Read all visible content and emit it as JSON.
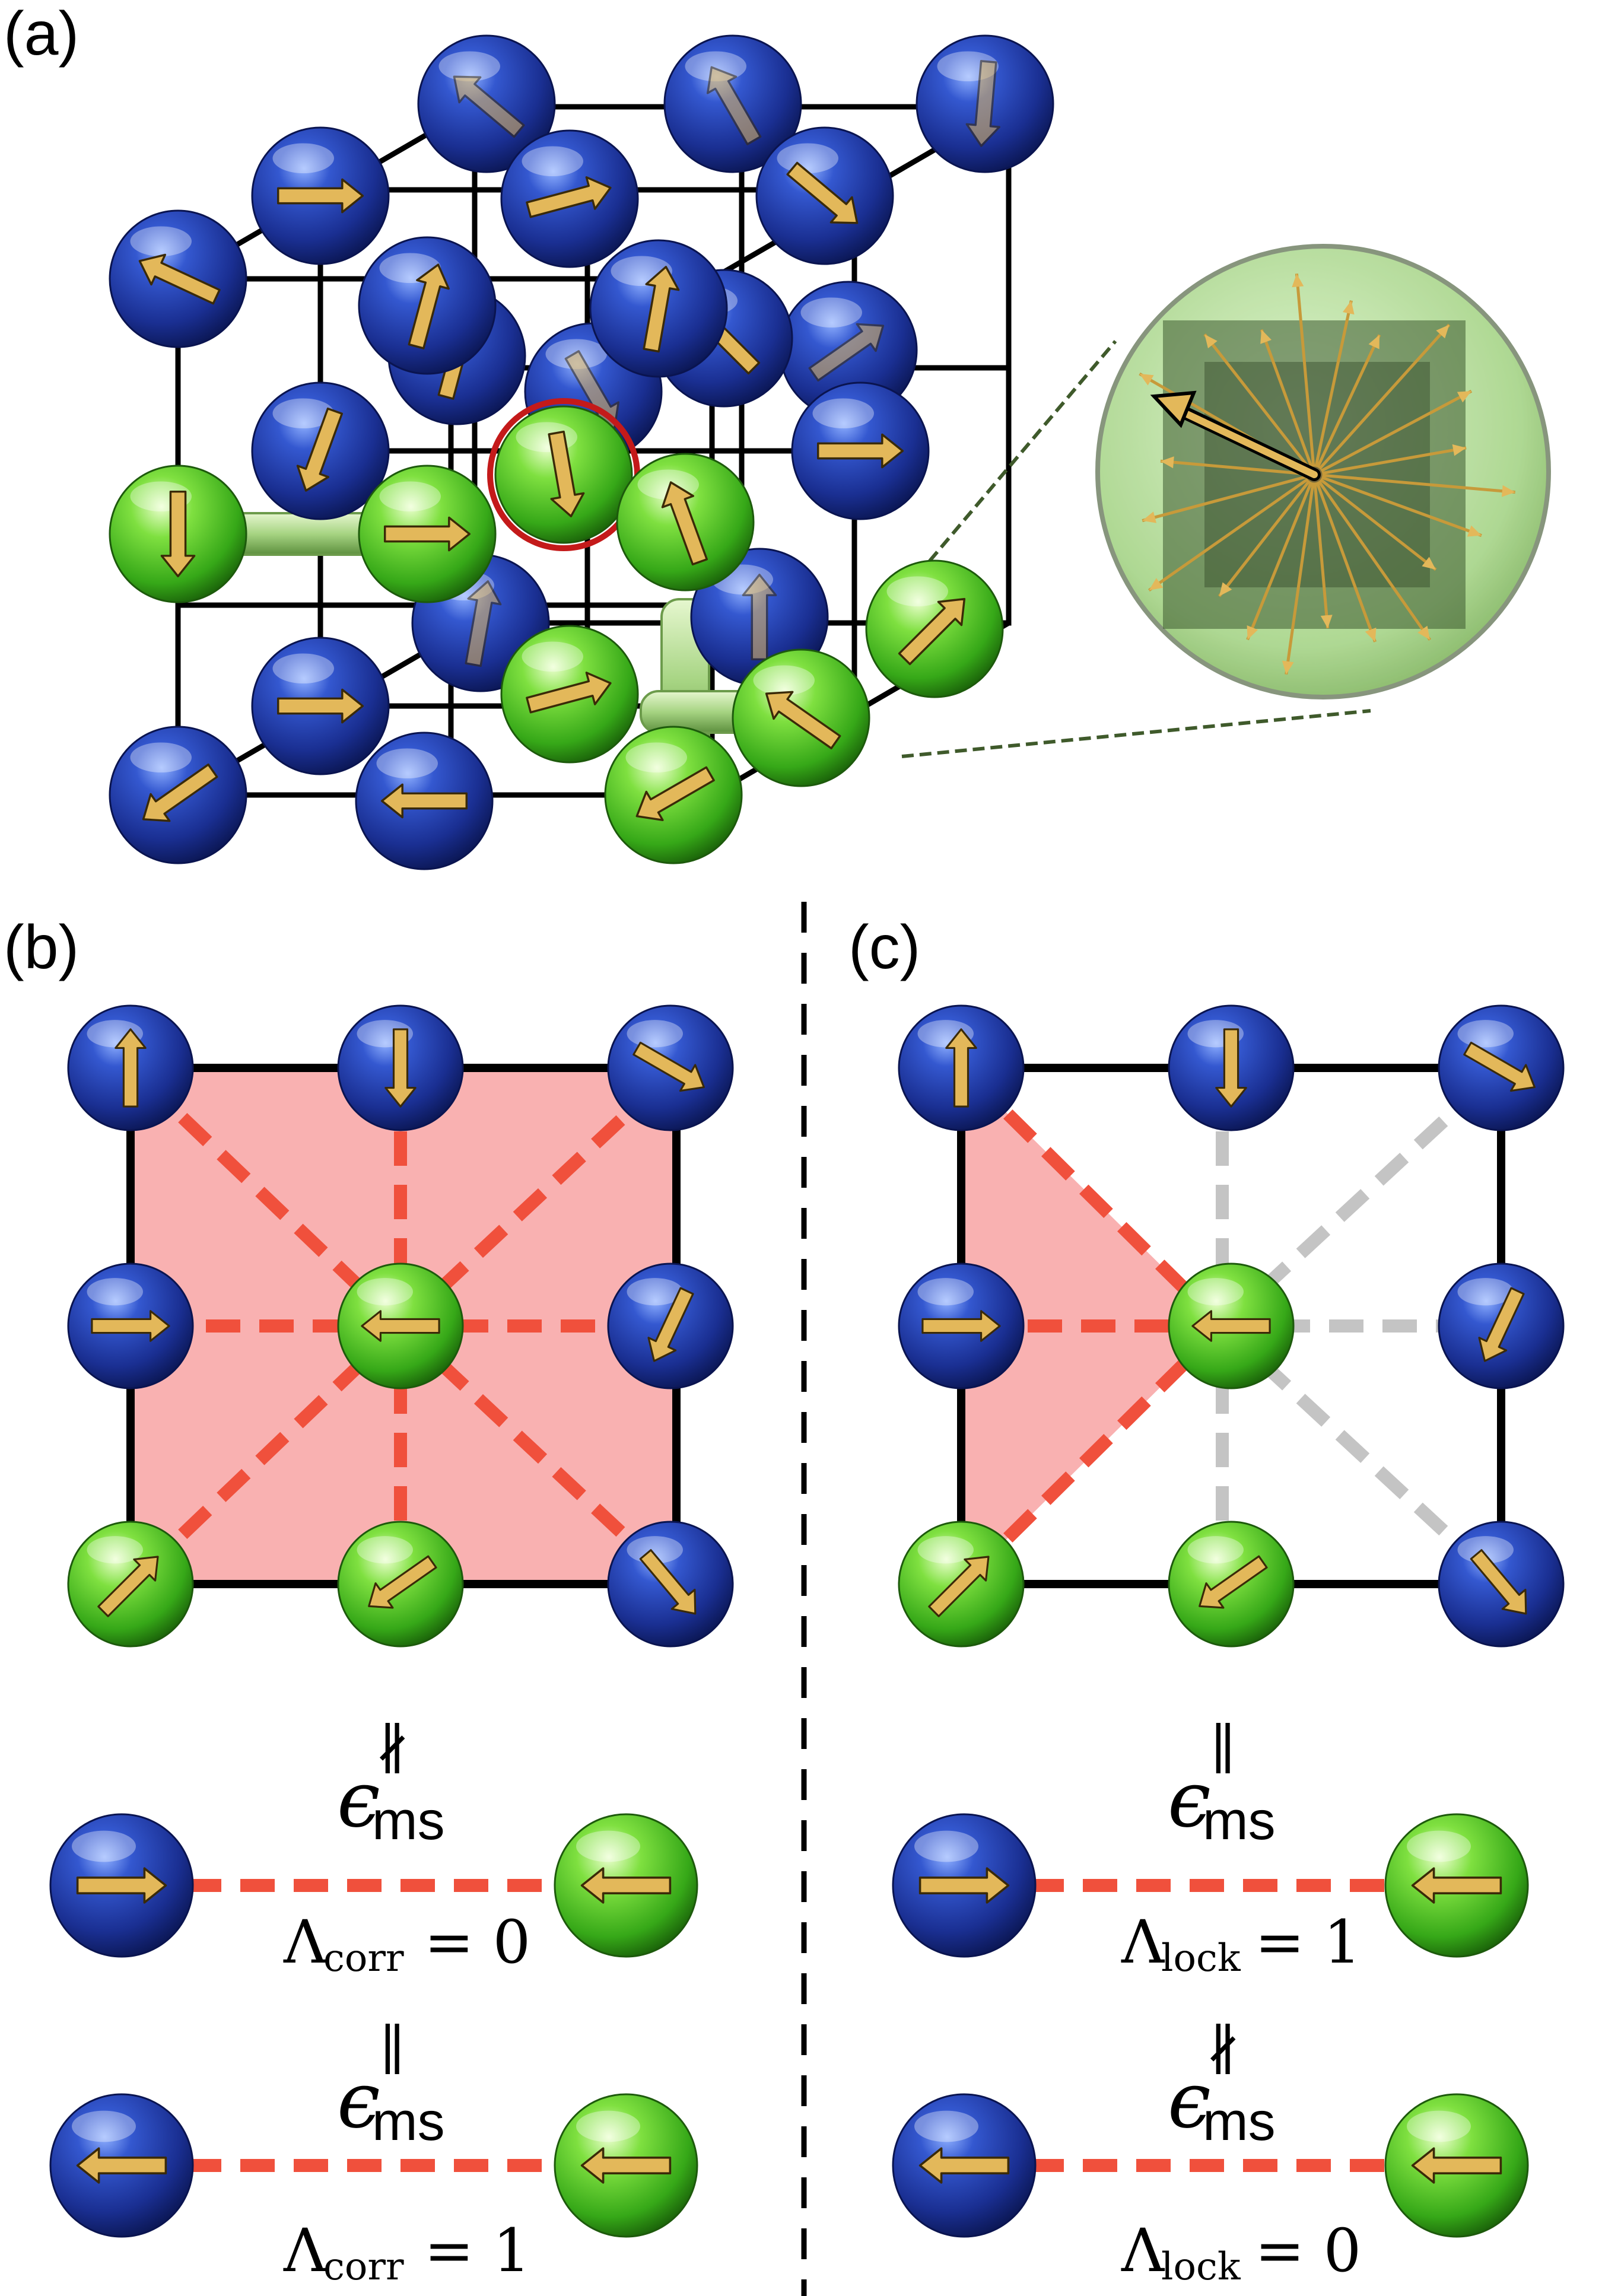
{
  "panels": {
    "a": {
      "label": "(a)"
    },
    "b": {
      "label": "(b)",
      "pairs": [
        {
          "epsilon": "ϵ",
          "subscript": "ms",
          "superscript": "∦",
          "lambda": "Λ",
          "lambda_sub": "corr",
          "lambda_eq": "= 0"
        },
        {
          "epsilon": "ϵ",
          "subscript": "ms",
          "superscript": "∥",
          "lambda": "Λ",
          "lambda_sub": "corr",
          "lambda_eq": "= 1"
        }
      ]
    },
    "c": {
      "label": "(c)",
      "pairs": [
        {
          "epsilon": "ϵ",
          "subscript": "ms",
          "superscript": "∥",
          "lambda": "Λ",
          "lambda_sub": "lock",
          "lambda_eq": "= 1"
        },
        {
          "epsilon": "ϵ",
          "subscript": "ms",
          "superscript": "∦",
          "lambda": "Λ",
          "lambda_sub": "lock",
          "lambda_eq": "= 0"
        }
      ]
    }
  },
  "colors": {
    "blue_atom": "#1d3fa8",
    "green_atom": "#3fc020",
    "arrow": "#e3b85a",
    "correlation_line": "#f0503c",
    "correlation_fill": "#f9b1b1",
    "inactive_line": "#c4c4c4",
    "highlight_ring": "#c41a1a"
  }
}
